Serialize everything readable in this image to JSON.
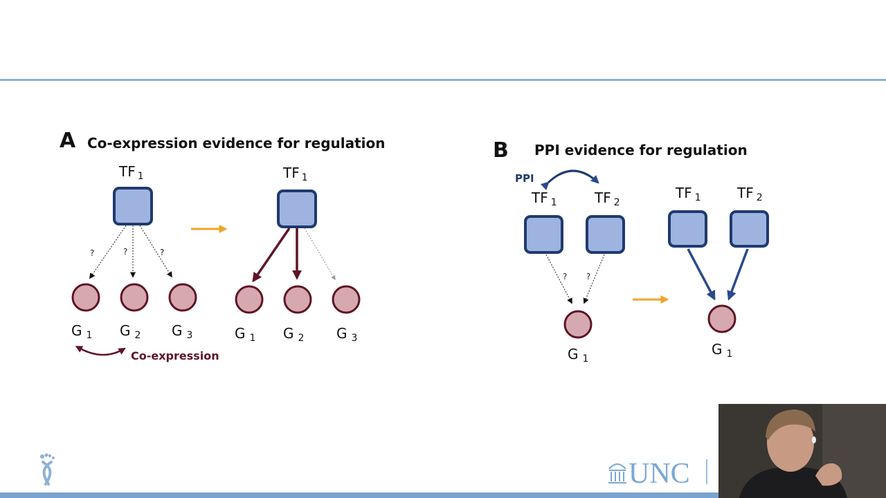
{
  "panel_a": {
    "letter": "A",
    "title": "Co-expression evidence for regulation",
    "left": {
      "tf": {
        "label": "TF",
        "sub": "1"
      },
      "genes": [
        {
          "label": "G",
          "sub": "1"
        },
        {
          "label": "G",
          "sub": "2"
        },
        {
          "label": "G",
          "sub": "3"
        }
      ],
      "question_marks": [
        "?",
        "?",
        "?"
      ],
      "relation_label": "Co-expression"
    },
    "right": {
      "tf": {
        "label": "TF",
        "sub": "1"
      },
      "genes": [
        {
          "label": "G",
          "sub": "1"
        },
        {
          "label": "G",
          "sub": "2"
        },
        {
          "label": "G",
          "sub": "3"
        }
      ]
    }
  },
  "panel_b": {
    "letter": "B",
    "title": "PPI evidence for regulation",
    "left": {
      "relation_label": "PPI",
      "tfs": [
        {
          "label": "TF",
          "sub": "1"
        },
        {
          "label": "TF",
          "sub": "2"
        }
      ],
      "question_marks": [
        "?",
        "?"
      ],
      "gene": {
        "label": "G",
        "sub": "1"
      }
    },
    "right": {
      "tfs": [
        {
          "label": "TF",
          "sub": "1"
        },
        {
          "label": "TF",
          "sub": "2"
        }
      ],
      "gene": {
        "label": "G",
        "sub": "1"
      }
    }
  },
  "footer": {
    "logo_text": "UNC",
    "left_icon": "footprint-ribbon-icon"
  },
  "colors": {
    "tf_fill": "#9fb3e0",
    "tf_stroke": "#1f3a6e",
    "gene_fill": "#d6a9b0",
    "gene_stroke": "#5e1525",
    "strong_edge_a": "#5e1525",
    "strong_edge_b": "#2b4a8b",
    "transition_arrow": "#f0a428",
    "rule": "#8fb0d8"
  }
}
